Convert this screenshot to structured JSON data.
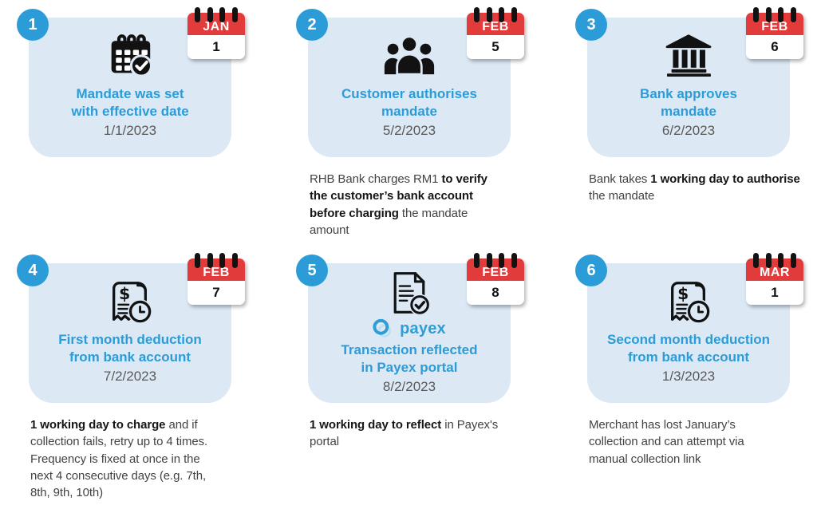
{
  "colors": {
    "accent_blue": "#2b9cd8",
    "card_bg": "#dce8f4",
    "badge_red": "#e23b3c",
    "text_dark": "#434343",
    "text_bold": "#161616",
    "date_gray": "#595959",
    "payex_blue": "#2e9fd6",
    "payex_light": "#bcdff3"
  },
  "steps": [
    {
      "number": "1",
      "icon": "calendar-check",
      "calendar": {
        "month": "JAN",
        "day": "1"
      },
      "title": "Mandate was set\nwith effective date",
      "date": "1/1/2023",
      "description": []
    },
    {
      "number": "2",
      "icon": "people-group",
      "calendar": {
        "month": "FEB",
        "day": "5"
      },
      "title": "Customer authorises\nmandate",
      "date": "5/2/2023",
      "description": [
        {
          "text": "RHB Bank charges RM1 ",
          "bold": false
        },
        {
          "text": "to verify\nthe customer’s bank account\nbefore charging",
          "bold": true
        },
        {
          "text": " the mandate\namount",
          "bold": false
        }
      ]
    },
    {
      "number": "3",
      "icon": "bank",
      "calendar": {
        "month": "FEB",
        "day": "6"
      },
      "title": "Bank approves\nmandate",
      "date": "6/2/2023",
      "description": [
        {
          "text": "Bank takes ",
          "bold": false
        },
        {
          "text": "1 working day to authorise",
          "bold": true
        },
        {
          "text": "\nthe mandate",
          "bold": false
        }
      ]
    },
    {
      "number": "4",
      "icon": "receipt-clock",
      "calendar": {
        "month": "FEB",
        "day": "7"
      },
      "title": "First month deduction\nfrom bank account",
      "date": "7/2/2023",
      "description": [
        {
          "text": "1 working day to charge",
          "bold": true
        },
        {
          "text": " and if\ncollection fails, retry up to 4 times.\nFrequency is fixed at once in the\nnext 4 consecutive days (e.g. 7th,\n8th, 9th, 10th)",
          "bold": false
        }
      ]
    },
    {
      "number": "5",
      "icon": "document-check",
      "calendar": {
        "month": "FEB",
        "day": "8"
      },
      "title": "Transaction reflected\nin Payex portal",
      "date": "8/2/2023",
      "logo": "payex",
      "description": [
        {
          "text": "1 working day to reflect",
          "bold": true
        },
        {
          "text": " in Payex's\nportal",
          "bold": false
        }
      ]
    },
    {
      "number": "6",
      "icon": "receipt-clock",
      "calendar": {
        "month": "MAR",
        "day": "1"
      },
      "title": "Second month deduction\nfrom bank account",
      "date": "1/3/2023",
      "description": [
        {
          "text": "Merchant has lost January’s\ncollection and can attempt via\nmanual collection link",
          "bold": false
        }
      ]
    }
  ]
}
